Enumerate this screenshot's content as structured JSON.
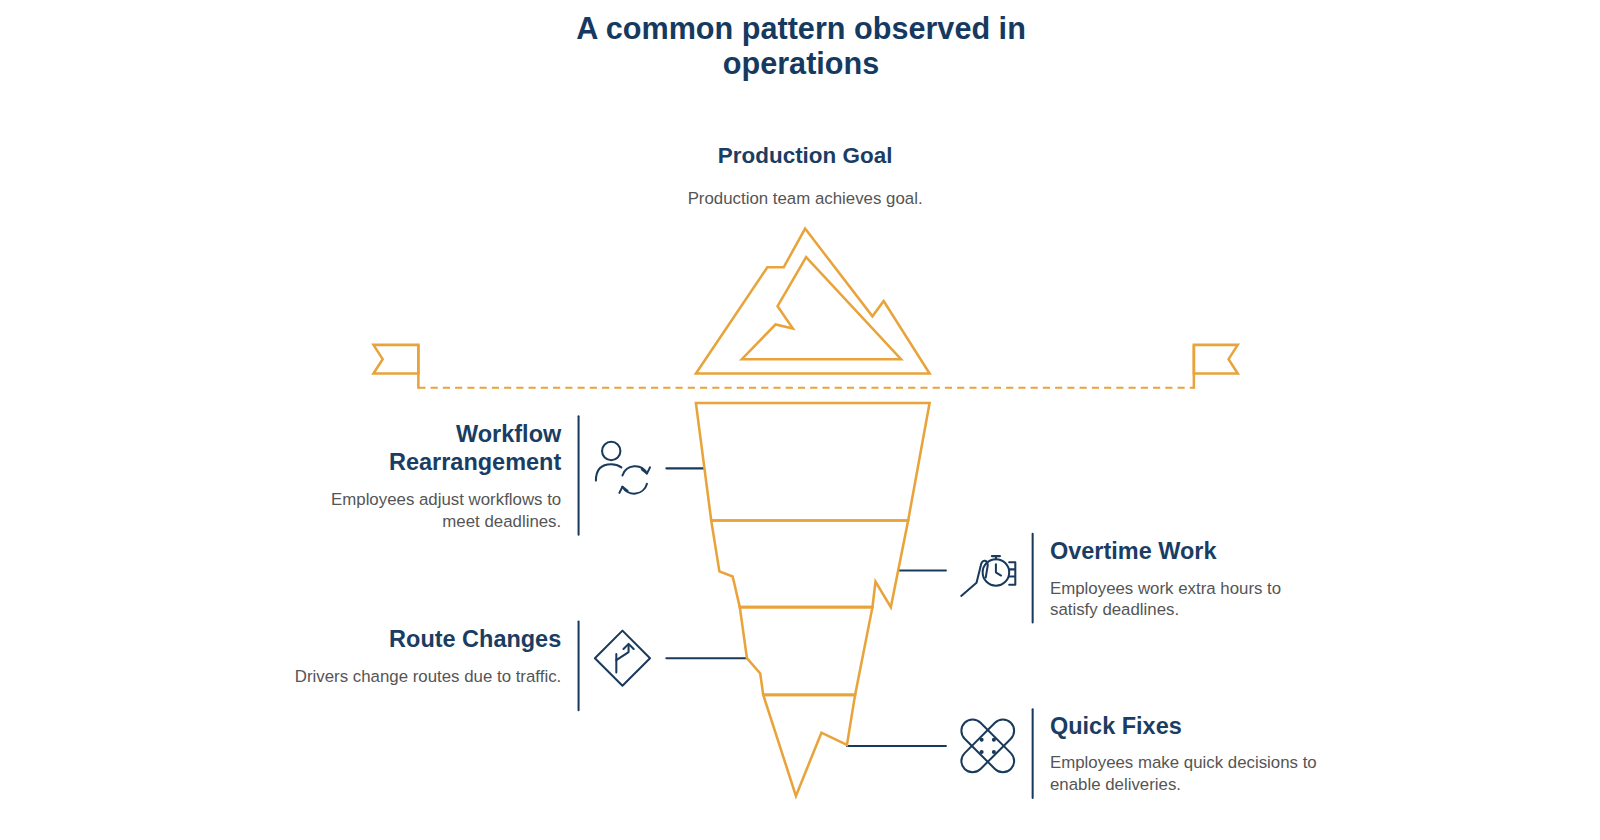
{
  "diagram": {
    "title": "A common pattern observed in operations",
    "nodes": [
      {
        "text": [
          "Production Goal",
          "Production team achieves goal."
        ]
      },
      {
        "text": [
          "Workflow Rearrangement",
          "Employees adjust workflows to meet deadlines."
        ]
      },
      {
        "text": [
          "Overtime Work",
          "Employees work extra hours to satisfy deadlines."
        ]
      },
      {
        "text": [
          "Route Changes",
          "Drivers change routes due to traffic."
        ]
      },
      {
        "text": [
          "Quick Fixes",
          "Employees make quick decisions to enable deliveries."
        ]
      }
    ]
  }
}
